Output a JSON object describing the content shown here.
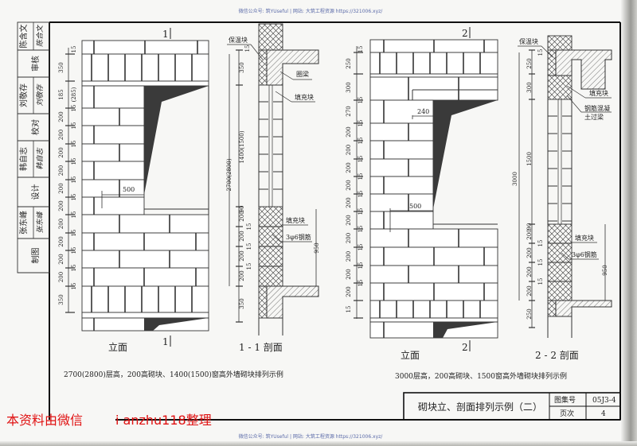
{
  "watermark_top": "微信公众号: 筑YUseful | 网站: 大筑工程资源 https://321006.xyz/",
  "watermark_bottom": "微信公众号: 筑YUseful | 网站: 大筑工程资源 https://321006.xyz/",
  "signature_block": [
    {
      "label": "陈含文",
      "signed": "陈合文"
    },
    {
      "label": "审核",
      "signed": ""
    },
    {
      "label": "刘敬存",
      "signed": "刘敬存"
    },
    {
      "label": "校对",
      "signed": ""
    },
    {
      "label": "韩自志",
      "signed": "韩自志"
    },
    {
      "label": "设计",
      "signed": ""
    },
    {
      "label": "张东峰",
      "signed": "张东峰"
    },
    {
      "label": "制图",
      "signed": ""
    }
  ],
  "drawing_1": {
    "section_mark": "1",
    "elevation_label": "立面",
    "section_label": "1 - 1 剖面",
    "caption": "2700(2800)层高，200高砌块、1400(1500)窗高外墙砌块排列示例",
    "window_offset": "500",
    "elevation_dims": [
      "15",
      "350",
      "185",
      "(285)",
      "15",
      "200",
      "15",
      "200",
      "15",
      "200",
      "15",
      "200",
      "15",
      "200",
      "15",
      "200",
      "15",
      "200",
      "15",
      "200",
      "15",
      "200",
      "15",
      "200",
      "15",
      "350"
    ],
    "section_dims": [
      "15",
      "350",
      "2700(2800)",
      "1400(1500)",
      "90",
      "200",
      "15",
      "200",
      "15",
      "200",
      "15",
      "200",
      "350",
      "950"
    ],
    "section_notes": {
      "insulation": "保温块",
      "ring_beam": "圈梁",
      "filler_top": "填充块",
      "filler_bottom": "填充块",
      "rebar": "3φ6钢筋"
    }
  },
  "drawing_2": {
    "section_mark": "2",
    "elevation_label": "立面",
    "section_label": "2 - 2 剖面",
    "caption": "3000层高，200高砌块、1500窗高外墙砌块排列示例",
    "lintel_offset": "240",
    "window_offset": "500",
    "elevation_dims": [
      "15",
      "250",
      "300",
      "15",
      "270",
      "15",
      "200",
      "15",
      "200",
      "15",
      "200",
      "15",
      "200",
      "15",
      "200",
      "15",
      "200",
      "15",
      "200",
      "15",
      "200",
      "15",
      "200",
      "15",
      "200",
      "15",
      "250"
    ],
    "section_dims": [
      "15",
      "250",
      "300",
      "3000",
      "1500",
      "90",
      "200",
      "15",
      "200",
      "15",
      "200",
      "15",
      "200",
      "250",
      "950"
    ],
    "section_notes": {
      "insulation": "保温块",
      "filler_top": "填充块",
      "lintel": "钢筋混凝",
      "lintel_2": "土过梁",
      "filler_bottom": "填充块",
      "rebar": "3φ6钢筋"
    }
  },
  "title_block": {
    "title": "砌块立、剖面排列示例（二）",
    "atlas_label": "图集号",
    "atlas_no": "05J3-4",
    "page_label": "页次",
    "page_no": "4"
  },
  "overlay": {
    "left": "本资料由微信",
    "right": "i anzhu118整理"
  }
}
